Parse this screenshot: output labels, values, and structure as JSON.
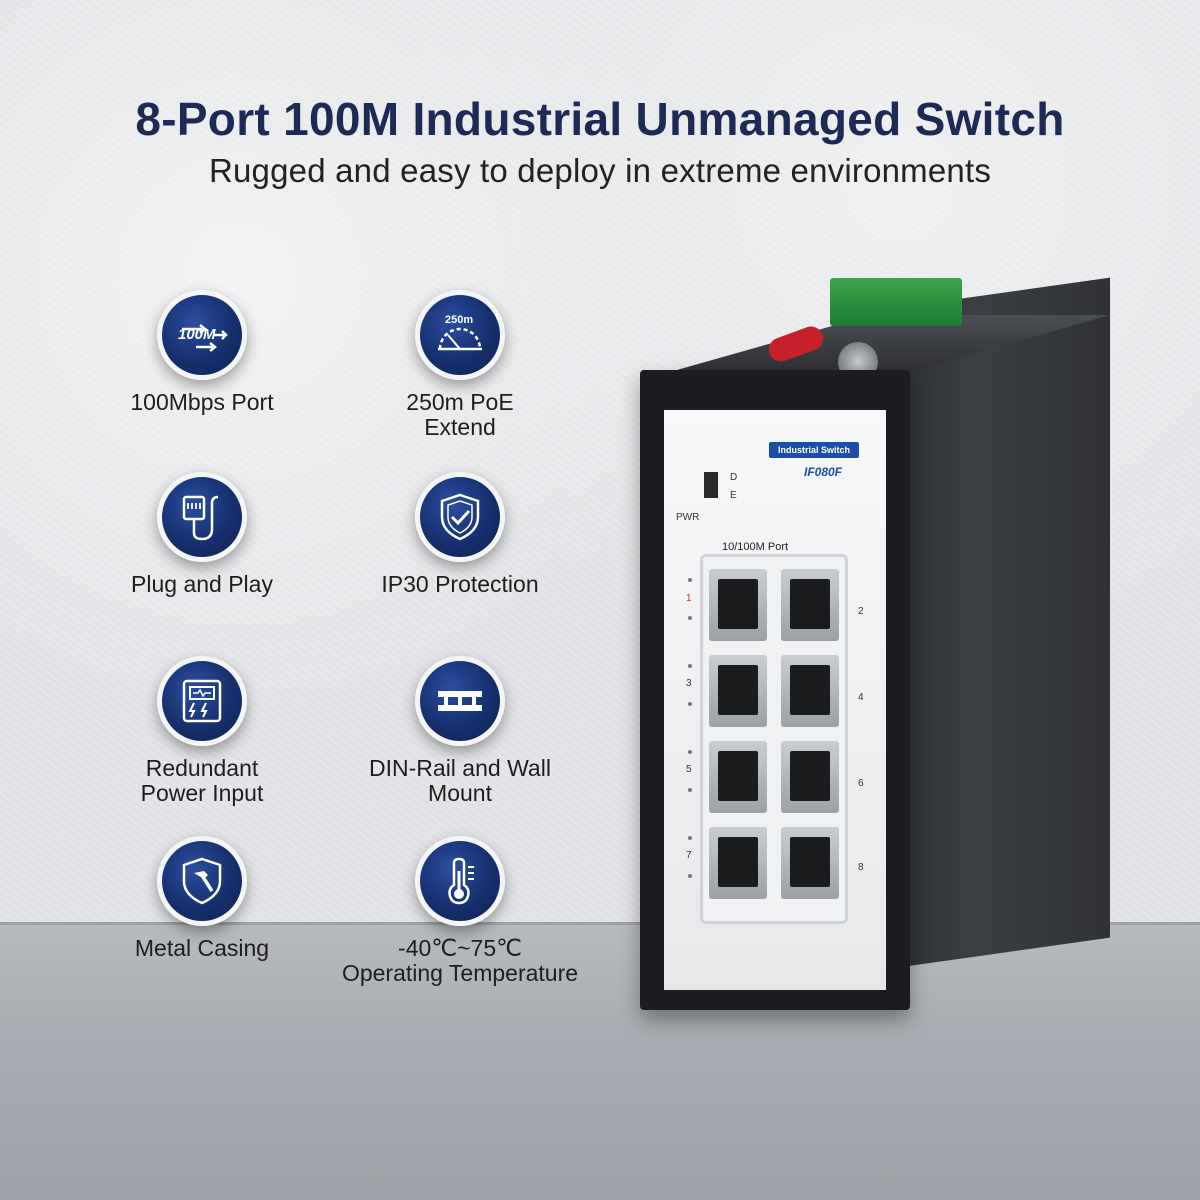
{
  "header": {
    "title": "8-Port 100M Industrial Unmanaged Switch",
    "subtitle": "Rugged and easy to deploy in extreme environments"
  },
  "features": [
    {
      "label": "100Mbps Port",
      "icon": "speed-arrow-icon",
      "badge_text": "100M"
    },
    {
      "label": "250m PoE\nExtend",
      "icon": "distance-arc-icon",
      "badge_text": "250m"
    },
    {
      "label": "Plug and Play",
      "icon": "ethernet-plug-icon"
    },
    {
      "label": "IP30 Protection",
      "icon": "shield-check-icon"
    },
    {
      "label": "Redundant\nPower Input",
      "icon": "power-supply-icon"
    },
    {
      "label": "DIN-Rail and Wall\nMount",
      "icon": "din-rail-icon"
    },
    {
      "label": "Metal Casing",
      "icon": "shield-hammer-icon"
    },
    {
      "label": "-40℃~75℃\nOperating Temperature",
      "icon": "thermometer-icon"
    }
  ],
  "device": {
    "brand_label": "Industrial Switch",
    "model": "IF080F",
    "dip_labels": [
      "D",
      "E"
    ],
    "power_label": "PWR",
    "port_group_label": "10/100M Port",
    "port_numbers": [
      "1",
      "2",
      "3",
      "4",
      "5",
      "6",
      "7",
      "8"
    ]
  },
  "colors": {
    "title": "#1d2a55",
    "badge": "#16306e",
    "brand_blue": "#1c4fa8"
  }
}
